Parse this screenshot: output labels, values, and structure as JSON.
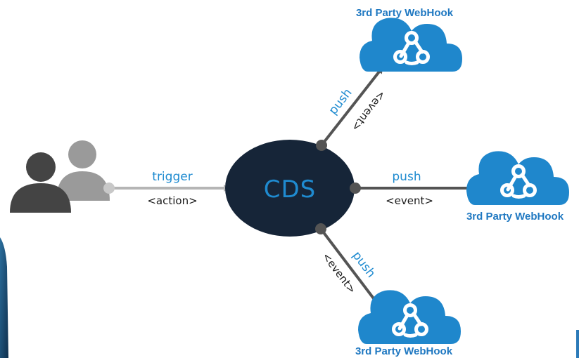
{
  "center_node": {
    "label": "CDS",
    "fill": "#162538",
    "text_color": "#1f8bd0"
  },
  "user_node": {
    "icon": "users-icon"
  },
  "trigger_edge": {
    "label": "trigger",
    "sublabel": "<action>",
    "color": "#b5b5b5"
  },
  "edges": [
    {
      "label": "push",
      "sublabel": "<event>"
    },
    {
      "label": "push",
      "sublabel": "<event>"
    },
    {
      "label": "push",
      "sublabel": "<event>"
    }
  ],
  "webhooks": [
    {
      "title": "3rd Party WebHook",
      "icon": "webhook-icon"
    },
    {
      "title": "3rd Party WebHook",
      "icon": "webhook-icon"
    },
    {
      "title": "3rd Party WebHook",
      "icon": "webhook-icon"
    }
  ],
  "colors": {
    "cloud": "#1f87cc",
    "edge": "#545454",
    "label_blue": "#1f8bd0",
    "title_blue": "#1f78c1"
  }
}
